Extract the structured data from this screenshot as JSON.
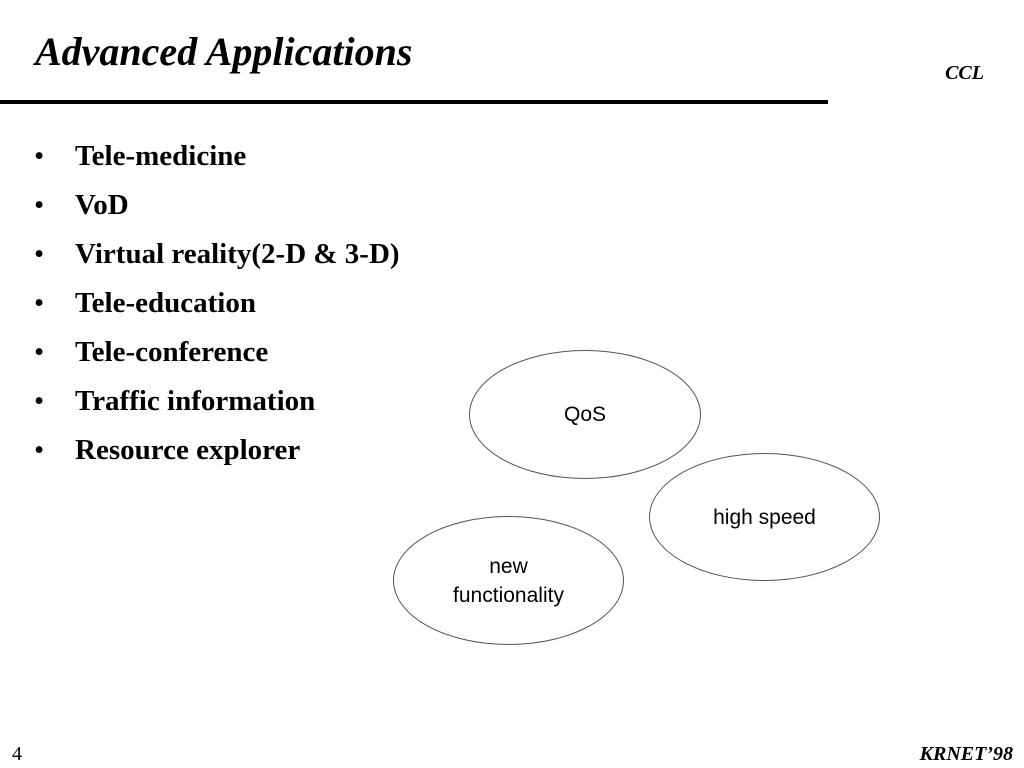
{
  "slide": {
    "title": "Advanced Applications",
    "org": "CCL",
    "bullet_symbol": "•",
    "bullets": [
      "Tele-medicine",
      "VoD",
      "Virtual reality(2-D & 3-D)",
      "Tele-education",
      "Tele-conference",
      "Traffic information",
      "Resource explorer"
    ],
    "ellipses": {
      "qos": "QoS",
      "high_speed": "high speed",
      "new_functionality": "new functionality"
    },
    "footer": {
      "page_number": "4",
      "brand": "KRNET’98"
    }
  }
}
